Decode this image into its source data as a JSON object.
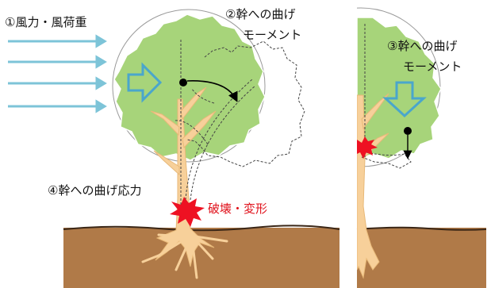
{
  "labels": {
    "wind": "①風力・風荷重",
    "moment_left_line1": "②幹への曲げ",
    "moment_left_line2": "モーメント",
    "moment_right_line1": "③幹への曲げ",
    "moment_right_line2": "モーメント",
    "stress": "④幹への曲げ応力",
    "damage": "破壊・変形"
  },
  "colors": {
    "canopy": "#a7d47a",
    "trunk": "#f7d09a",
    "soil": "#b07a48",
    "wind_arrow": "#7dc4d8",
    "burst": "#ee1122",
    "damage_text": "#e0101a",
    "outline": "#999999"
  },
  "icons": [
    "wind-arrow-icon",
    "explosion-burst-icon",
    "moment-arrow-icon",
    "downward-arrow-icon"
  ]
}
